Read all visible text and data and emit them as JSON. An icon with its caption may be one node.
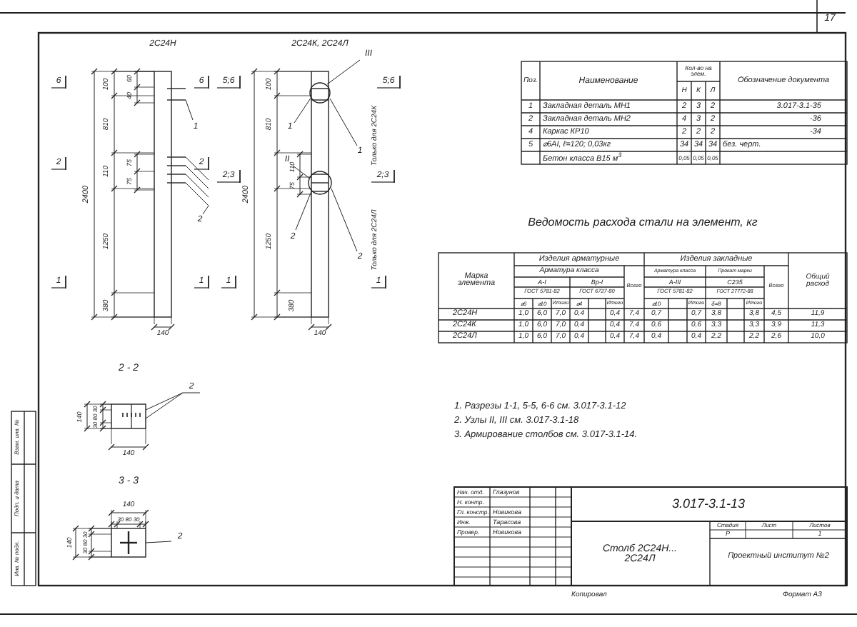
{
  "diagram": {
    "labels": [
      "17",
      "2С24Н",
      "2С24К, 2С24Л",
      "6",
      "100",
      "60",
      "40",
      "6",
      "1",
      "810",
      "2400",
      "2",
      "75",
      "110",
      "75",
      "2",
      "2",
      "1250",
      "1",
      "1",
      "380",
      "140",
      "III",
      "5;6",
      "100",
      "5;6",
      "1",
      "810",
      "1",
      "Только для 2С24К",
      "II",
      "2;3",
      "110",
      "75",
      "2;3",
      "2400",
      "2",
      "1250",
      "2",
      "Только для 2С24Л",
      "1",
      "1",
      "380",
      "140",
      "2 - 2",
      "2",
      "140",
      "30 80 30",
      "140",
      "3 - 3",
      "140",
      "30 80 30",
      "140",
      "30 80 30",
      "2",
      "Взам. инв. №",
      "Подп. и дата",
      "Инв. № подл.",
      "Поз.",
      "Наименование",
      "Кол-во на элем.",
      "Обозначение документа",
      "Н",
      "К",
      "Л",
      "1",
      "Закладная деталь МН1",
      "2",
      "3",
      "2",
      "3.017-3.1-35",
      "2",
      "Закладная деталь МН2",
      "4",
      "3",
      "2",
      "-36",
      "4",
      "Каркас КР10",
      "2",
      "2",
      "2",
      "-34",
      "5",
      "⌀6АI, ℓ=120; 0,03кг",
      "34",
      "34",
      "34",
      "без. черт.",
      "Бетон класса В15 м$^{3}$",
      "0,05",
      "0,05",
      "0,05",
      "Ведомость расхода стали на элемент, кг",
      "Марка элемента",
      "Изделия арматурные",
      "Арматура класса",
      "Всего",
      "А-I",
      "Вр-I",
      "ГОСТ 5781-82",
      "ГОСТ 6727-80",
      "⌀6",
      "⌀10",
      "Итого",
      "⌀4",
      "Итого",
      "Изделия закладные",
      "Арматура класса",
      "Прокат марки",
      "Всего",
      "А-III",
      "С235",
      "ГОСТ 5781-82",
      "ГОСТ 27772-88",
      "⌀10",
      "Итого",
      "δ=8",
      "Итого",
      "Общий расход",
      "2С24Н",
      "1,0",
      "6,0",
      "7,0",
      "0,4",
      "0,4",
      "7,4",
      "0,7",
      "0,7",
      "3,8",
      "3,8",
      "4,5",
      "11,9",
      "2С24К",
      "1,0",
      "6,0",
      "7,0",
      "0,4",
      "0,4",
      "7,4",
      "0,6",
      "0,6",
      "3,3",
      "3,3",
      "3,9",
      "11,3",
      "2С24Л",
      "1,0",
      "6,0",
      "7,0",
      "0,4",
      "0,4",
      "7,4",
      "0,4",
      "0,4",
      "2,2",
      "2,2",
      "2,6",
      "10,0",
      "1. Разрезы 1-1, 5-5, 6-6 см. 3.017-3.1-12",
      "2. Узлы II, III см. 3.017-3.1-18",
      "3. Армирование столбов см. 3.017-3.1-14.",
      "Нач. отд.",
      "Глазунов",
      "Н. контр.",
      "Гл. констр.",
      "Новикова",
      "Инж.",
      "Тарасова",
      "Провер.",
      "Новикова",
      "3.017-3.1-13",
      "Столб 2С24Н... 2С24Л",
      "Стадия",
      "Лист",
      "Листов",
      "Р",
      "1",
      "Проектный институт №2",
      "Копировал",
      "Формат А3"
    ]
  }
}
